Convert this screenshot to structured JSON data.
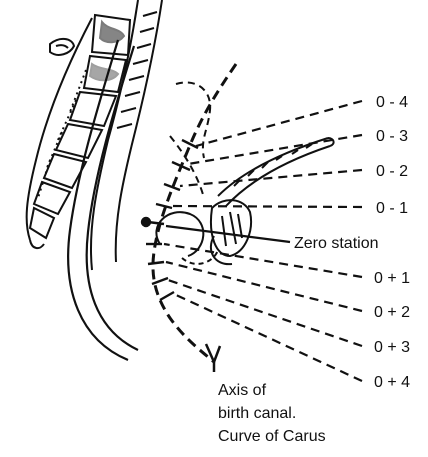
{
  "diagram": {
    "station_labels": [
      "0 - 4",
      "0 - 3",
      "0 - 2",
      "0 - 1",
      "Zero station",
      "0 + 1",
      "0 + 2",
      "0 + 3",
      "0 + 4"
    ],
    "caption": [
      "Axis of",
      "birth canal.",
      "Curve of Carus"
    ],
    "colors": {
      "ink": "#111111",
      "background": "#ffffff"
    }
  }
}
